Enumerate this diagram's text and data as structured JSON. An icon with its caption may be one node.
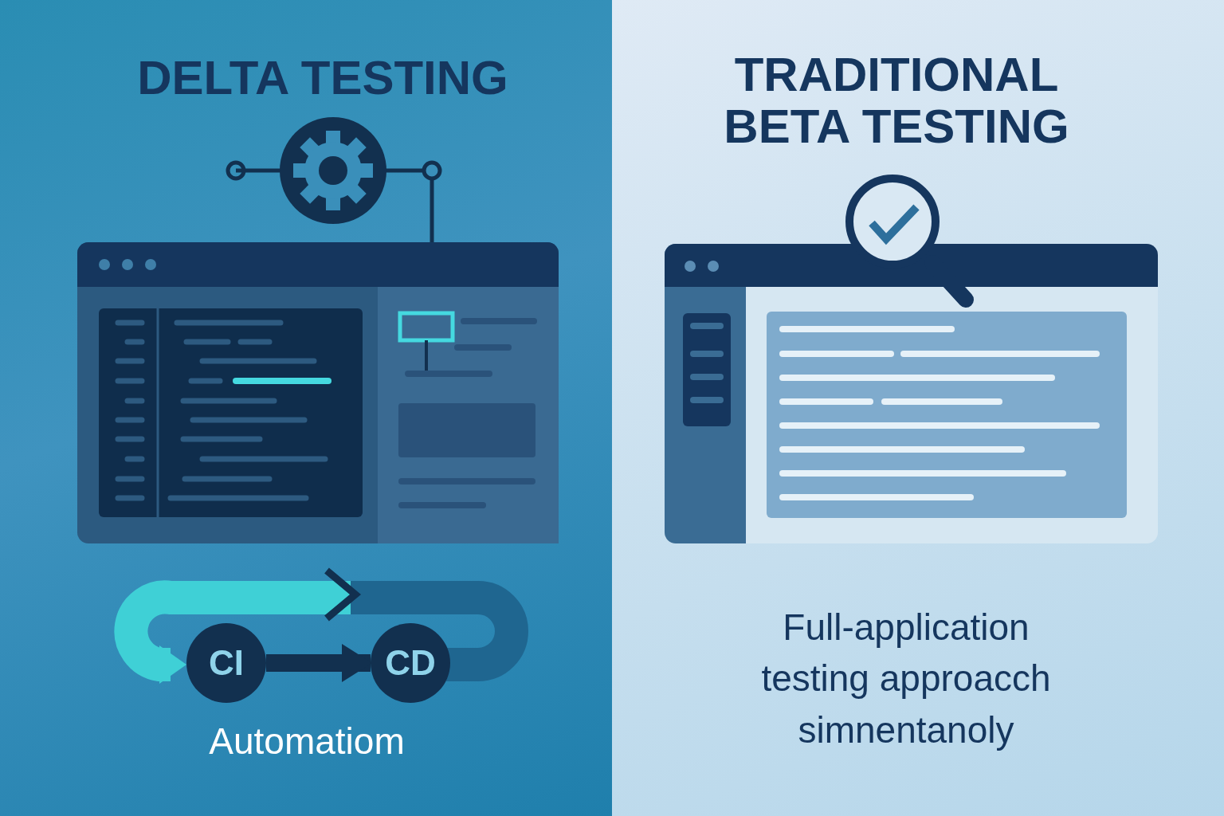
{
  "diagram": {
    "nodes": [
      {
        "text": [
          "DELTA TESTING",
          "Automatiom"
        ]
      },
      {
        "text": [
          "CI"
        ],
        "in": 0
      },
      {
        "text": [
          "CD"
        ],
        "in": 0
      },
      {
        "text": [
          "TRADITIONAL BETA TESTING",
          "Full-application testing approacch simnentanoly"
        ]
      }
    ],
    "edges": [
      {
        "from": 1,
        "to": 2,
        "arrow": "to"
      }
    ]
  }
}
